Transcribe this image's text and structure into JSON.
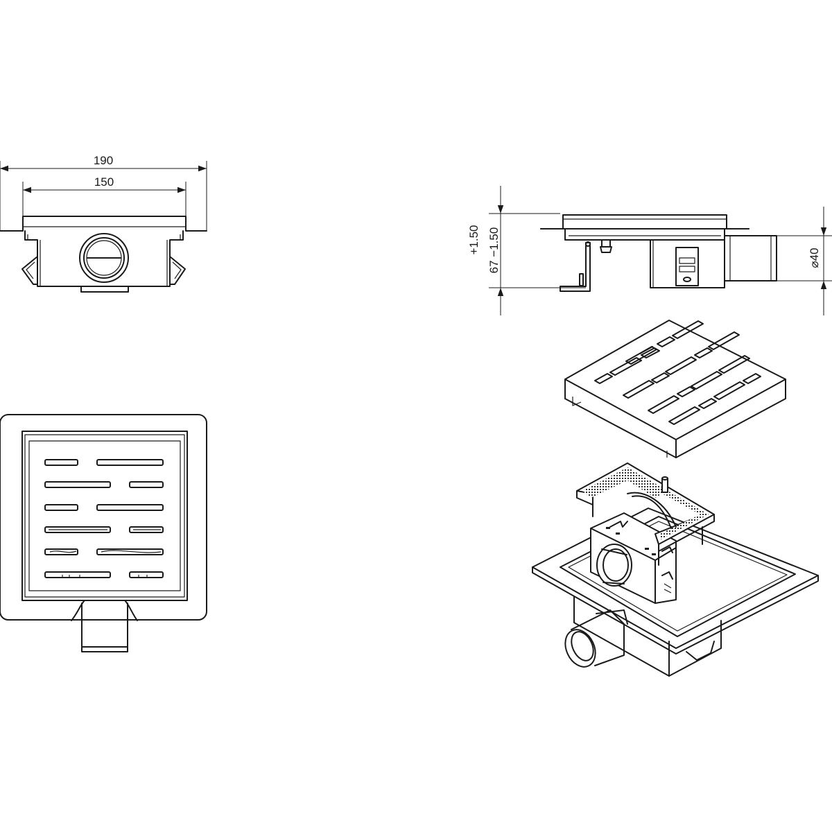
{
  "drawing": {
    "front_view": {
      "dimensions": {
        "overall_width": "190",
        "grate_width": "150"
      }
    },
    "side_view": {
      "dimensions": {
        "height": "67 −1.50",
        "height_tolerance_upper": "+1.50",
        "outlet_diameter": "⌀40"
      }
    },
    "top_view": {},
    "isometric_grate": {},
    "isometric_body": {}
  }
}
